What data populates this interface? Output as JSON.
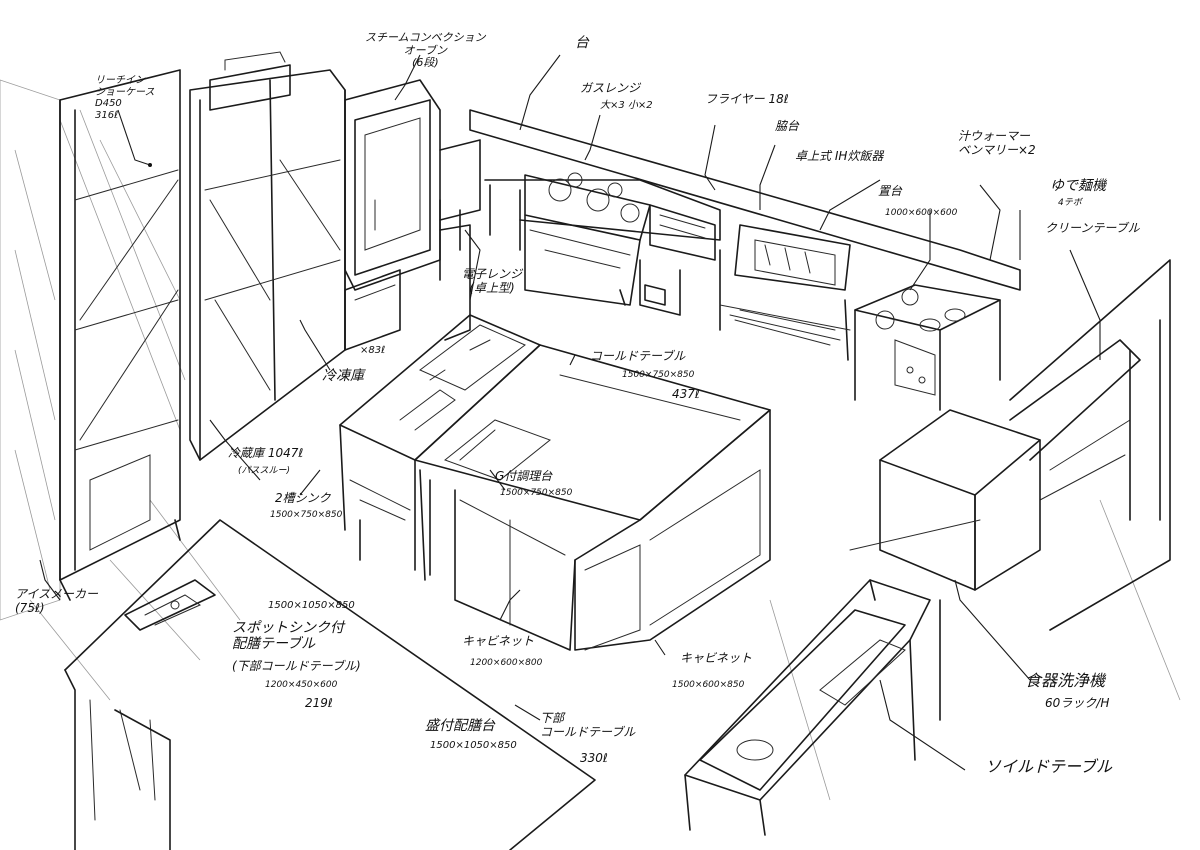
{
  "labels": {
    "reach_in_showcase": "リーチイン\nショーケース\nD450\n316ℓ",
    "steam_oven": "スチームコンベクション\nオーブン\n(6段)",
    "dai": "台",
    "gas_range": "ガスレンジ",
    "gas_range_spec": "大×3 小×2",
    "fryer": "フライヤー 18ℓ",
    "wakidai": "脇台",
    "rice_cooker": "卓上式 IH炊飯器",
    "okidai": "置台",
    "okidai_spec": "1000×600×600",
    "soup_warmer": "汁ウォーマー\nベンマリー×2",
    "noodle_boiler": "ゆで麺機",
    "noodle_boiler_sub": "4テボ",
    "clean_table": "クリーンテーブル",
    "microwave": "電子レンジ\n(卓上型)",
    "freezer": "冷凍庫",
    "freezer_spec": "×83ℓ",
    "cold_table": "コールドテーブル",
    "cold_table_spec": "1500×750×850",
    "cold_table_vol": "437ℓ",
    "refrigerator": "冷蔵庫 1047ℓ",
    "refrigerator_sub": "(パススルー)",
    "two_sink": "2槽シンク",
    "two_sink_spec": "1500×750×850",
    "g_table": "G付調理台",
    "g_table_spec": "1500×750×850",
    "ice_maker": "アイスメーカー\n(75ℓ)",
    "sink_table_spec": "1500×1050×850",
    "sink_table": "スポットシンク付\n配膳テーブル",
    "sink_table_sub": "(下部コールドテーブル)",
    "sink_table_sub_spec": "1200×450×600",
    "sink_table_vol": "219ℓ",
    "cabinet_1": "キャビネット",
    "cabinet_1_spec": "1200×600×800",
    "cabinet_2": "キャビネット",
    "cabinet_2_spec": "1500×600×850",
    "dish_table": "盛付配膳台",
    "dish_table_spec": "1500×1050×850",
    "lower_cold": "下部\nコールドテーブル",
    "lower_cold_vol": "330ℓ",
    "dishwasher": "食器洗浄機",
    "dishwasher_sub": "60ラック/H",
    "soiled_table": "ソイルドテーブル"
  }
}
